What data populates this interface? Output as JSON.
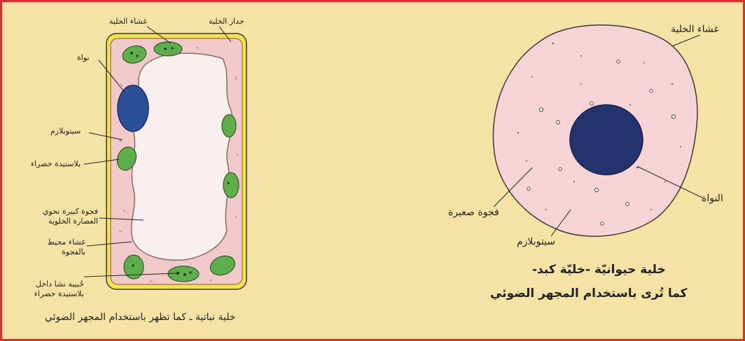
{
  "plant_cell": {
    "labels": {
      "cell_membrane": "غشاء الخلية",
      "cell_wall": "جدار الخلية",
      "nucleus": "نواة",
      "cytoplasm": "سيتوبلازم",
      "chloroplast": "بلاستيدة خضراء",
      "large_vacuole_line1": "فجوة كبيرة تحوي",
      "large_vacuole_line2": "العصارة الخلوية",
      "vacuole_membrane_line1": "غشاء محيط",
      "vacuole_membrane_line2": "بالفجوة",
      "starch_grain_line1": "حُبيبة نشا داخل",
      "starch_grain_line2": "بلاستيدة خضراء"
    },
    "caption": "خلية نباتية ـ كما تظهر باستخدام المجهر الضوئي"
  },
  "animal_cell": {
    "labels": {
      "cell_membrane": "غشاء الخلية",
      "nucleus": "النواة",
      "small_vacuole": "فجوة صغيرة",
      "cytoplasm": "سيتوبلازم"
    },
    "caption_line1": "خلية حيوانيّة -خليّة كبد-",
    "caption_line2": "كما تُرى باستخدام المجهر الضوئي"
  },
  "colors": {
    "frame_border": "#d9312b",
    "background": "#f5e3a6",
    "cell_wall": "#f4e24a",
    "cytoplasm": "#f2c9ca",
    "vacuole": "#f7eeee",
    "chloroplast": "#5fae4c",
    "nucleus": "#2c4f9a",
    "animal_nucleus": "#23346f"
  }
}
